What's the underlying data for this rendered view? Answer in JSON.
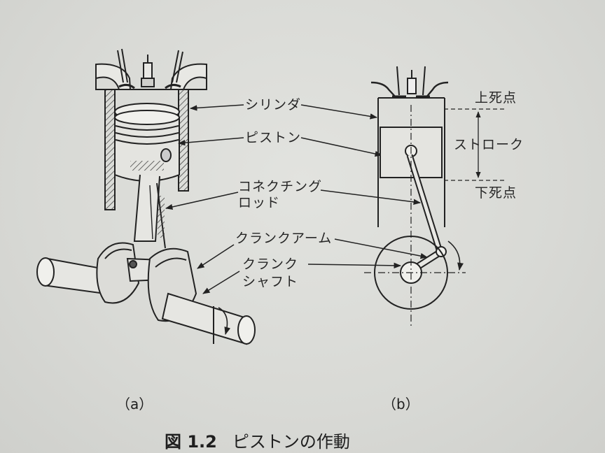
{
  "labels": {
    "cylinder": "シリンダ",
    "piston": "ピストン",
    "connecting_rod_line1": "コネクチング",
    "connecting_rod_line2": "ロッド",
    "crank_arm": "クランクアーム",
    "crankshaft_line1": "クランク",
    "crankshaft_line2": "シャフト",
    "top_dead_center": "上死点",
    "stroke": "ストローク",
    "bottom_dead_center": "下死点"
  },
  "subcaptions": {
    "a": "（a）",
    "b": "（b）"
  },
  "caption": {
    "figure_number": "図 1.2",
    "title": "ピストンの作動"
  }
}
